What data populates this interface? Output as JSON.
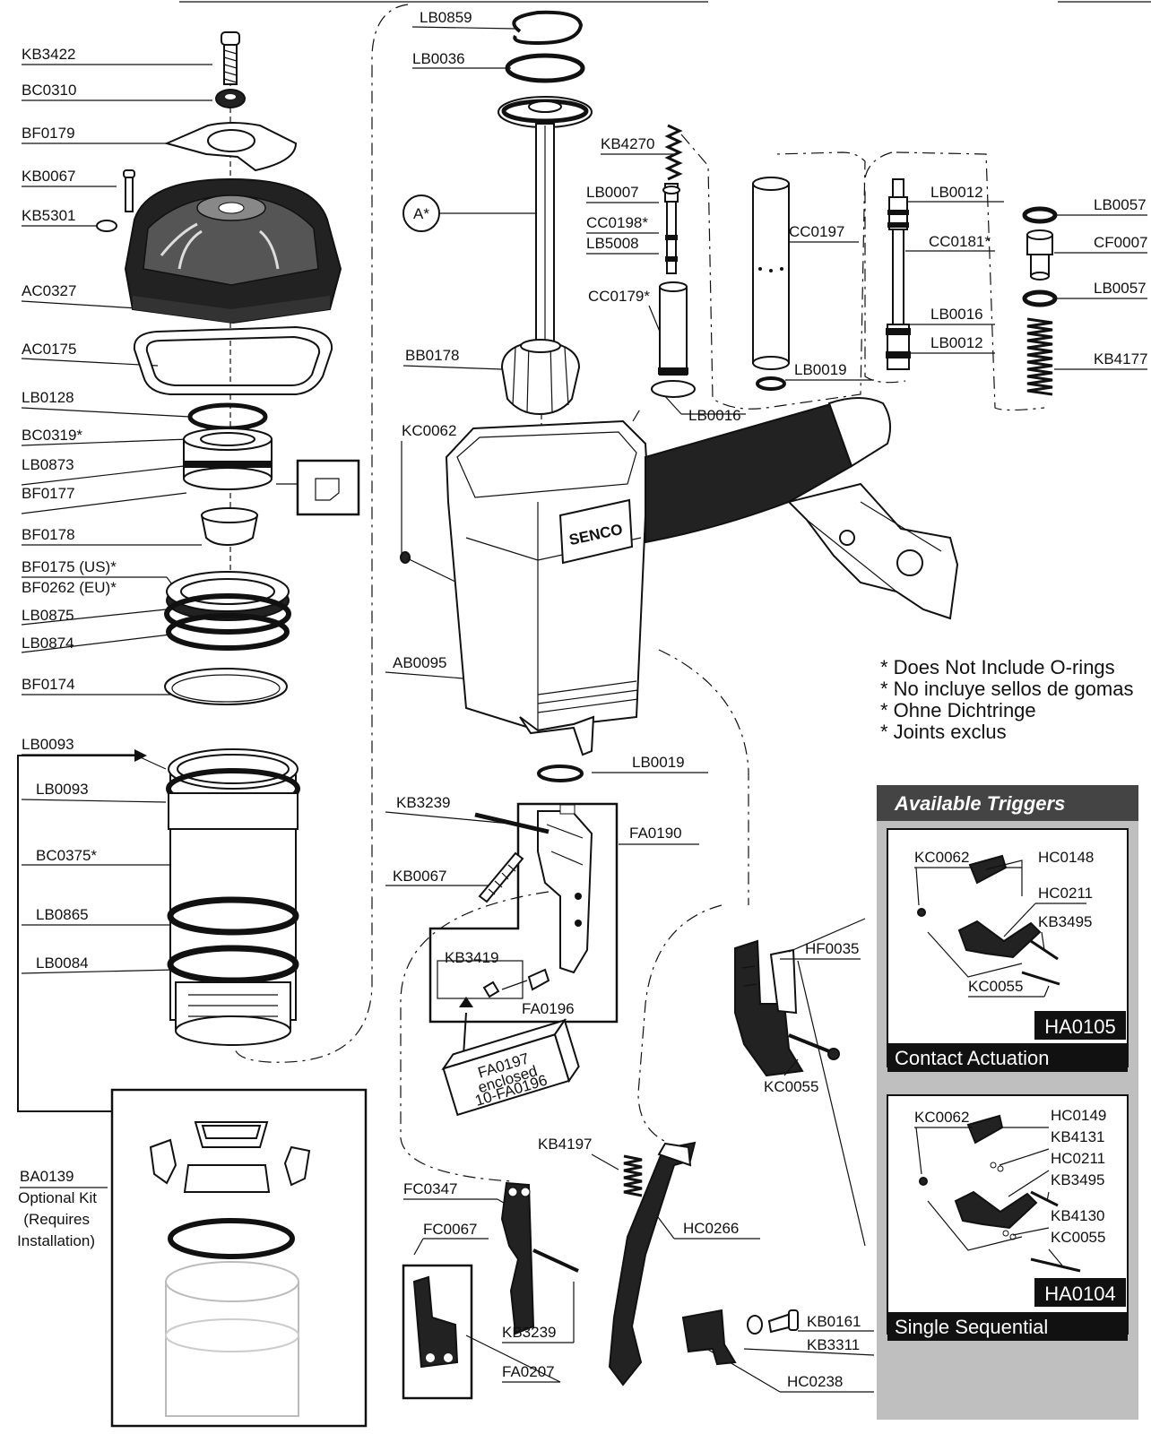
{
  "labels": {
    "KB3422": "KB3422",
    "BC0310": "BC0310",
    "BF0179": "BF0179",
    "KB0067a": "KB0067",
    "KB5301": "KB5301",
    "AC0327": "AC0327",
    "AC0175": "AC0175",
    "LB0128": "LB0128",
    "BC0319": "BC0319*",
    "LB0873": "LB0873",
    "BF0177": "BF0177",
    "BF0178": "BF0178",
    "BF0175": "BF0175 (US)*",
    "BF0262": "BF0262 (EU)*",
    "LB0875": "LB0875",
    "LB0874": "LB0874",
    "BF0174": "BF0174",
    "LB0093a": "LB0093",
    "LB0093b": "LB0093",
    "BC0375": "BC0375*",
    "LB0865": "LB0865",
    "LB0084": "LB0084",
    "BA0139": "BA0139",
    "LB0859": "LB0859",
    "LB0036": "LB0036",
    "A": "A*",
    "BB0178": "BB0178",
    "KC0062a": "KC0062",
    "AB0095": "AB0095",
    "LB0019a": "LB0019",
    "KB3239a": "KB3239",
    "FA0190": "FA0190",
    "KB0067b": "KB0067",
    "KB3419": "KB3419",
    "FA0196": "FA0196",
    "FA0197": "FA0197",
    "enclosed": "enclosed",
    "FA0196b": "10-FA0196",
    "FC0347": "FC0347",
    "FC0067": "FC0067",
    "KB3239b": "KB3239",
    "FA0207": "FA0207",
    "KB4197": "KB4197",
    "HC0266": "HC0266",
    "KB0161": "KB0161",
    "KB3311": "KB3311",
    "HC0238": "HC0238",
    "KB4270": "KB4270",
    "LB0007": "LB0007",
    "CC0198": "CC0198*",
    "LB5008": "LB5008",
    "CC0179": "CC0179*",
    "LB0016a": "LB0016",
    "CC0197": "CC0197",
    "LB0019b": "LB0019",
    "LB0012a": "LB0012",
    "CC0181": "CC0181*",
    "LB0016b": "LB0016",
    "LB0012b": "LB0012",
    "LB0057a": "LB0057",
    "CF0007": "CF0007",
    "LB0057b": "LB0057",
    "KB4177": "KB4177",
    "HF0035": "HF0035",
    "KC0055a": "KC0055",
    "t1_KC0062": "KC0062",
    "t1_HC0148": "HC0148",
    "t1_HC0211": "HC0211",
    "t1_KB3495": "KB3495",
    "t1_KC0055": "KC0055",
    "t2_KC0062": "KC0062",
    "t2_HC0149": "HC0149",
    "t2_KB4131": "KB4131",
    "t2_HC0211": "HC0211",
    "t2_KB3495": "KB3495",
    "t2_KB4130": "KB4130",
    "t2_KC0055": "KC0055"
  },
  "optional_kit": [
    "Optional Kit",
    "(Requires",
    "Installation)"
  ],
  "notes": [
    "* Does Not Include O-rings",
    "* No incluye sellos de gomas",
    "* Ohne Dichtringe",
    "* Joints exclus"
  ],
  "brand": "SENCO",
  "triggers_panel": {
    "title": "Available Triggers",
    "contact": {
      "code": "HA0105",
      "name": "Contact Actuation"
    },
    "sequential": {
      "code": "HA0104",
      "name": "Single Sequential"
    }
  }
}
